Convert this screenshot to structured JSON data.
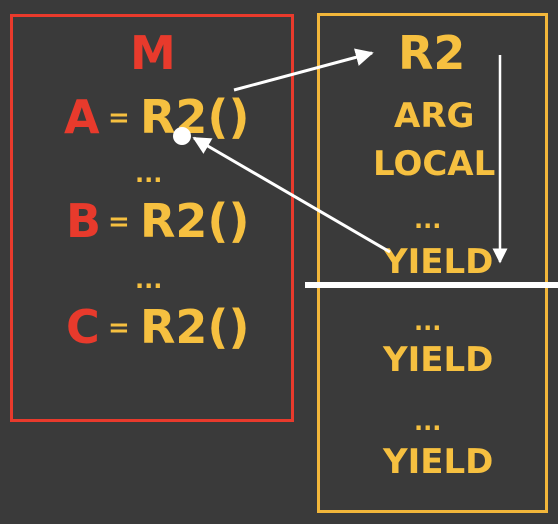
{
  "caller": {
    "title": "M",
    "eq": "=",
    "lines": [
      {
        "var": "A",
        "call": "R2()"
      },
      {
        "var": "B",
        "call": "R2()"
      },
      {
        "var": "C",
        "call": "R2()"
      }
    ],
    "dots": [
      "...",
      "..."
    ]
  },
  "coroutine": {
    "title": "R2",
    "items": [
      "ARG",
      "LOCAL",
      "...",
      "YIELD",
      "...",
      "YIELD",
      "...",
      "YIELD"
    ]
  },
  "colors": {
    "caller": "#e83a2c",
    "coroutine": "#f6c040",
    "arrow": "#ffffff"
  }
}
